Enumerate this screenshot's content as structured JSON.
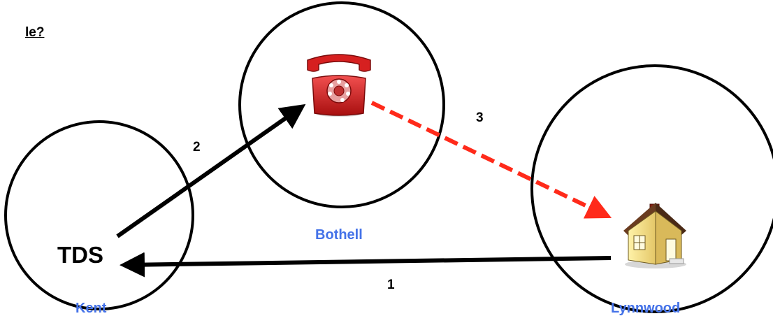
{
  "header_text": "le?",
  "nodes": {
    "kent": {
      "label": "Kent",
      "inner_text": "TDS"
    },
    "bothell": {
      "label": "Bothell",
      "icon": "telephone-icon"
    },
    "lynnwood": {
      "label": "Lynnwood",
      "icon": "house-icon"
    }
  },
  "arrows": [
    {
      "label": "1",
      "from": "Lynnwood",
      "to": "Kent",
      "style": "solid",
      "color": "#000000"
    },
    {
      "label": "2",
      "from": "Kent",
      "to": "Bothell",
      "style": "solid",
      "color": "#000000"
    },
    {
      "label": "3",
      "from": "Bothell",
      "to": "Lynnwood",
      "style": "dashed",
      "color": "#ff2a1a"
    }
  ]
}
